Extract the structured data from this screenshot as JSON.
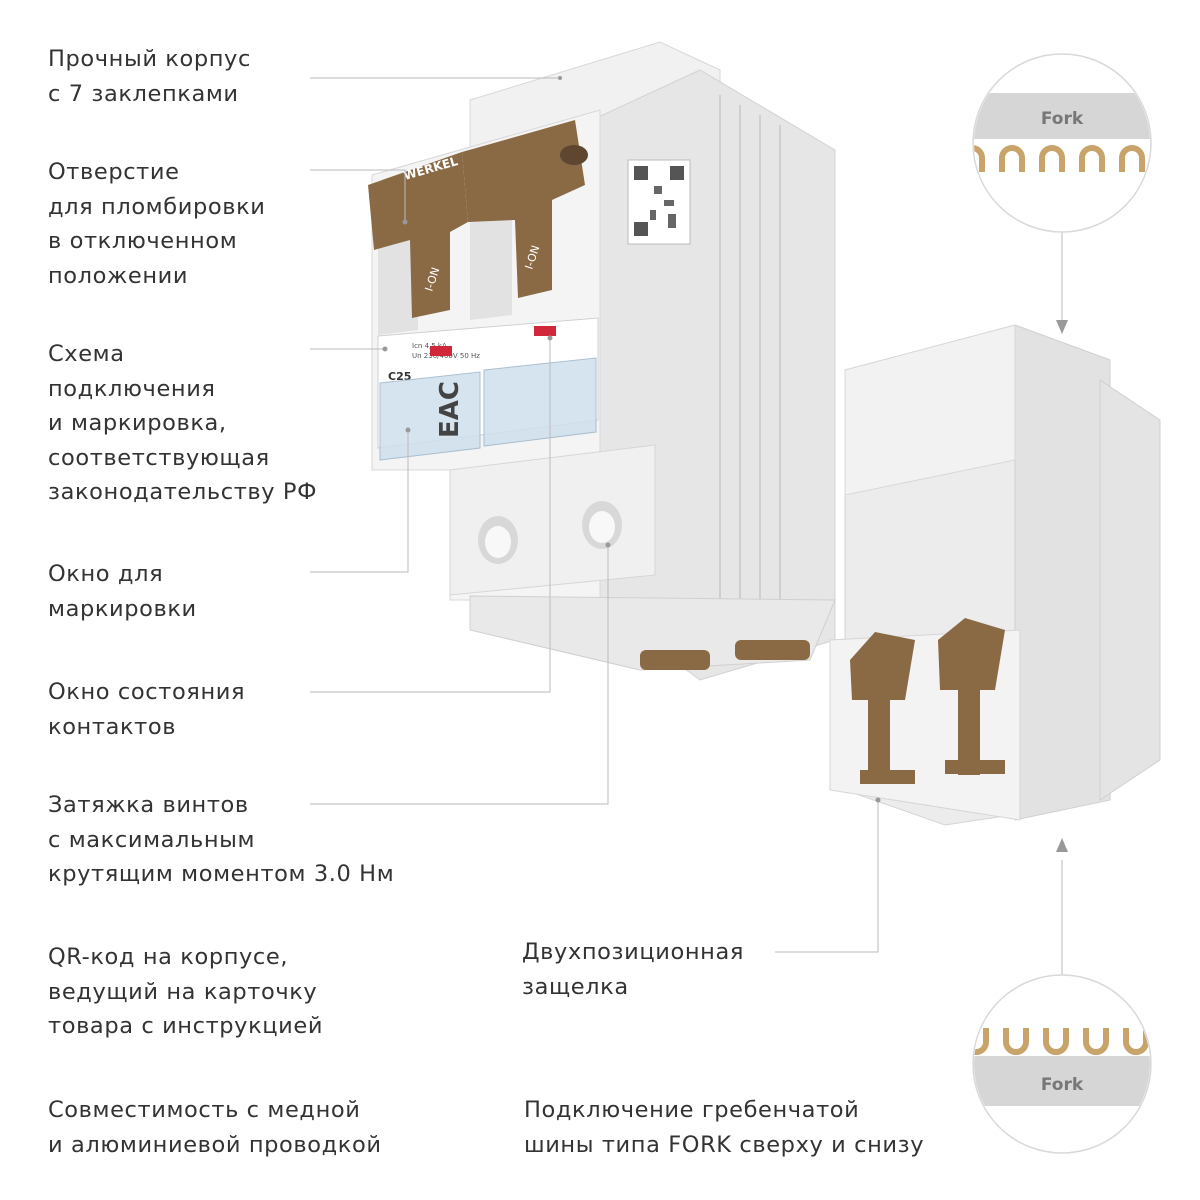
{
  "features": {
    "housing": [
      "Прочный корпус",
      "с 7 заклепками"
    ],
    "sealing_hole": [
      "Отверстие",
      "для пломбировки",
      "в отключенном",
      "положении"
    ],
    "diagram": [
      "Схема",
      "подключения",
      "и маркировка,",
      "соответствующая",
      "законодательству РФ"
    ],
    "marking_window": [
      "Окно для",
      "маркировки"
    ],
    "contact_window": [
      "Окно состояния",
      "контактов"
    ],
    "screws": [
      "Затяжка винтов",
      "с максимальным",
      "крутящим моментом 3.0 Нм"
    ],
    "qr": [
      "QR-код на корпусе,",
      "ведущий на карточку",
      "товара с инструкцией"
    ],
    "wiring": [
      "Совместимость с медной",
      "и алюминиевой проводкой"
    ],
    "latch": [
      "Двухпозиционная",
      "защелка"
    ],
    "busbar": [
      "Подключение гребенчатой",
      "шины типа FORK сверху и снизу"
    ]
  },
  "product": {
    "brand": "WERKEL",
    "handle_left": "I-ON",
    "handle_right": "I-ON",
    "rating": "C25",
    "breaking_capacity": "Icn 4,5 kA",
    "voltage": "Un 230/400V 50 Hz",
    "cert_mark": "EAC"
  },
  "busbar": {
    "top_label": "Fork",
    "bottom_label": "Fork"
  },
  "colors": {
    "text": "#333333",
    "leader": "#bbbbbb",
    "body": "#ececec",
    "handle": "#8a6a45",
    "fork_pin": "#c9a46a",
    "window": "#cfe0ee",
    "indicator": "#d0283a"
  }
}
